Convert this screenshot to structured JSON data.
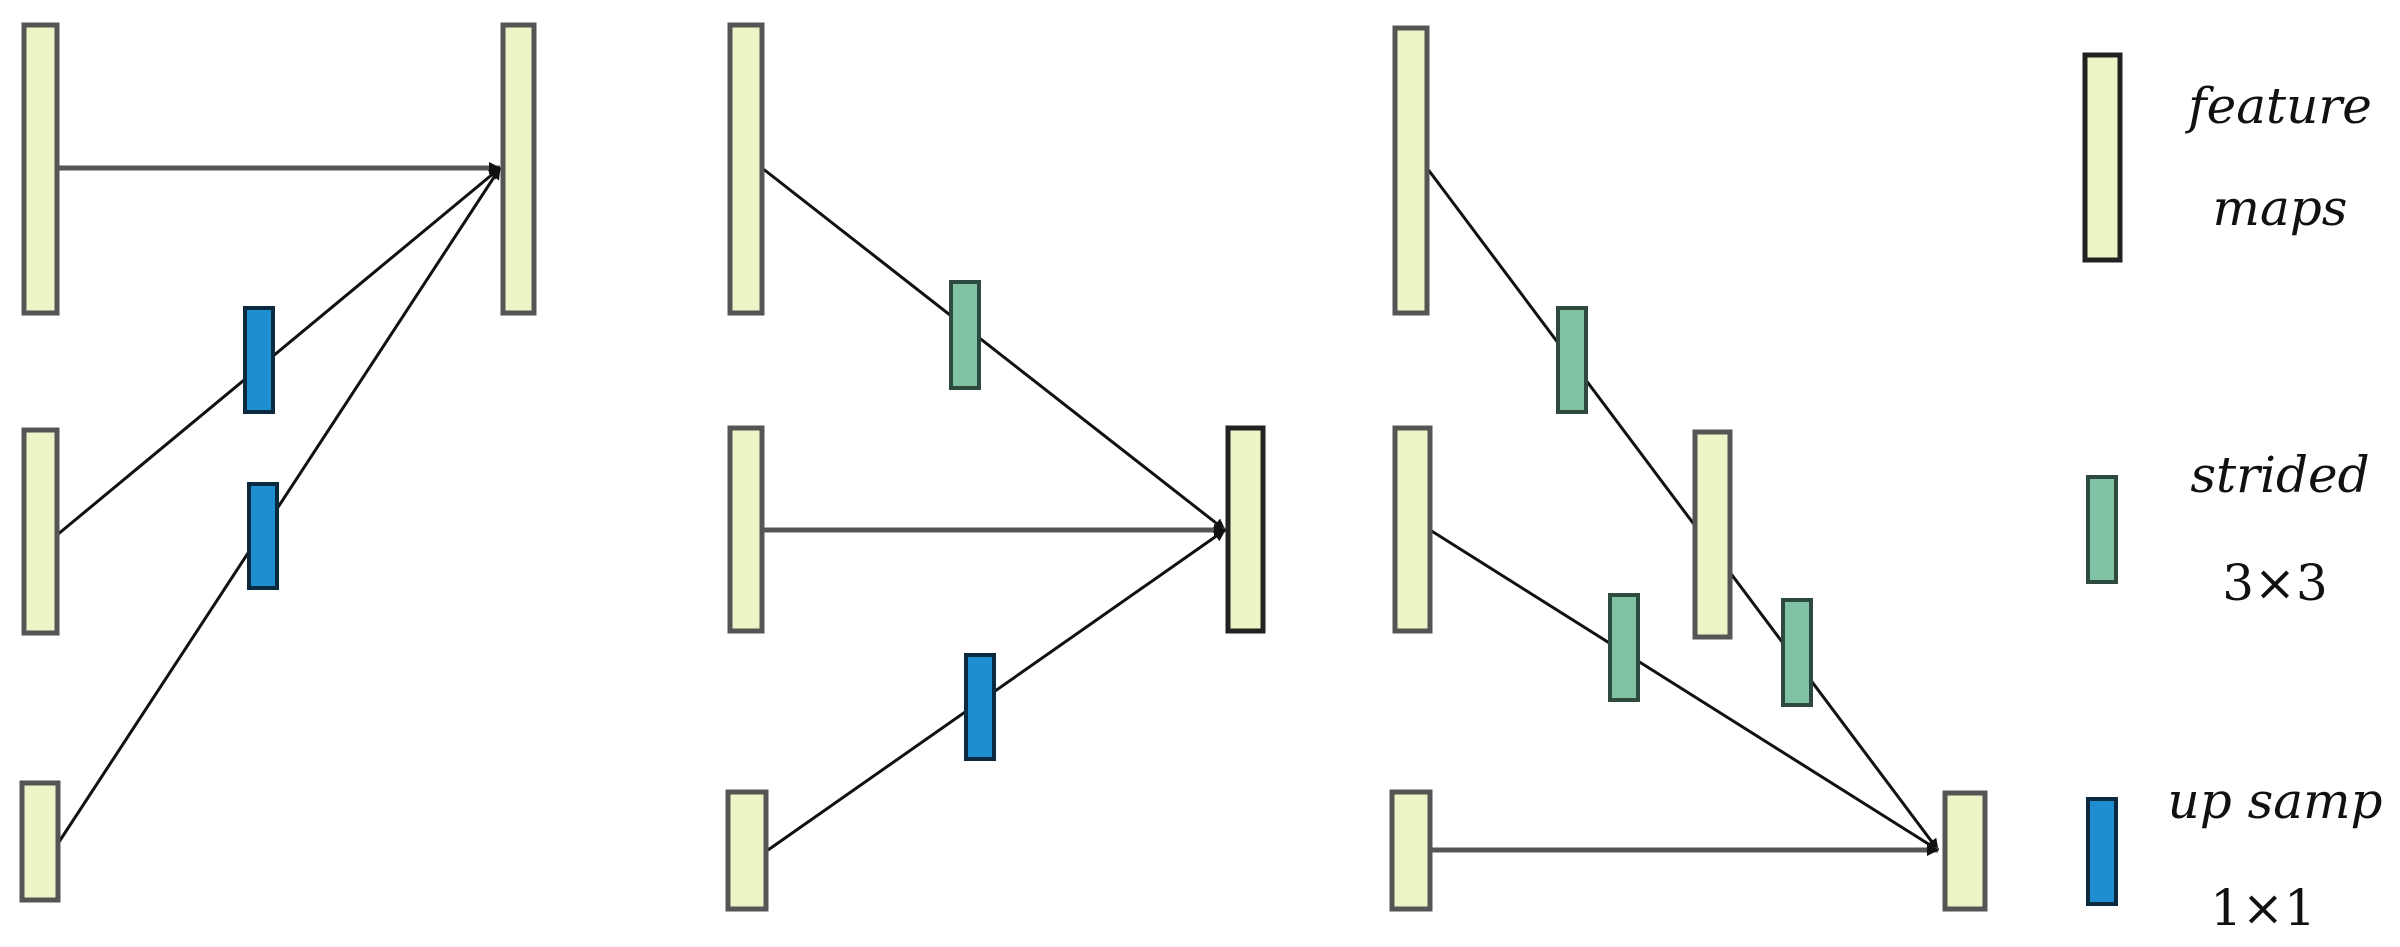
{
  "colors": {
    "feature_fill": "#EDF5C6",
    "feature_stroke": "#555555",
    "strided_fill": "#7FC2A4",
    "strided_stroke": "#2E4A3E",
    "upsamp_fill": "#1E8ED0",
    "upsamp_stroke": "#0B2A40",
    "arrow": "#111111"
  },
  "legend": {
    "feature": {
      "line1": "feature",
      "line2": "maps"
    },
    "strided": {
      "line1": "strided",
      "line2": "3×3"
    },
    "upsamp": {
      "line1": "up samp",
      "line2": "1×1"
    }
  }
}
